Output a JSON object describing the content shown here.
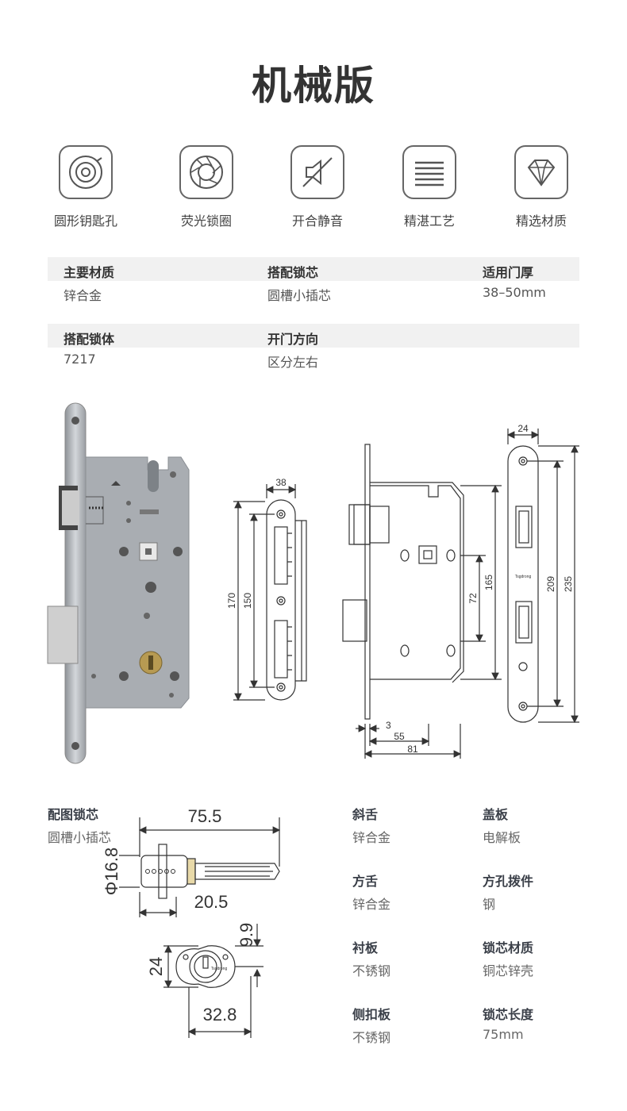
{
  "page": {
    "title": "机械版"
  },
  "features": [
    {
      "icon": "round-keyhole-icon",
      "label": "圆形钥匙孔"
    },
    {
      "icon": "luminous-lock-ring-icon",
      "label": "荧光锁圈"
    },
    {
      "icon": "mute-speaker-icon",
      "label": "开合静音"
    },
    {
      "icon": "fine-craft-lines-icon",
      "label": "精湛工艺"
    },
    {
      "icon": "diamond-icon",
      "label": "精选材质"
    }
  ],
  "specs": [
    {
      "key": "主要材质",
      "value": "锌合金"
    },
    {
      "key": "搭配锁芯",
      "value": "圆槽小插芯"
    },
    {
      "key": "适用门厚",
      "value": "38–50mm"
    },
    {
      "key": "搭配锁体",
      "value": "7217"
    },
    {
      "key": "开门方向",
      "value": "区分左右"
    }
  ],
  "lock_body_dims": {
    "faceplate_width": "38",
    "height_170": "170",
    "height_150": "150",
    "backset_3": "3",
    "backset_55": "55",
    "depth_81": "81",
    "center_72": "72",
    "height_165": "165",
    "strike_width": "24",
    "strike_209": "209",
    "strike_235": "235",
    "brand_mark": "Tsgdrong"
  },
  "cylinder": {
    "label_key": "配图锁芯",
    "label_value": "圆槽小插芯",
    "dims": {
      "length": "75.5",
      "diameter": "Φ16.8",
      "front": "20.5",
      "flange_h": "9.9",
      "height": "24",
      "width": "32.8"
    },
    "brand_mark": "Tsgdrong"
  },
  "parts": [
    {
      "key": "斜舌",
      "value": "锌合金"
    },
    {
      "key": "盖板",
      "value": "电解板"
    },
    {
      "key": "方舌",
      "value": "锌合金"
    },
    {
      "key": "方孔拨件",
      "value": "钢"
    },
    {
      "key": "衬板",
      "value": "不锈钢"
    },
    {
      "key": "锁芯材质",
      "value": "铜芯锌壳"
    },
    {
      "key": "侧扣板",
      "value": "不锈钢"
    },
    {
      "key": "锁芯长度",
      "value": "75mm"
    }
  ],
  "colors": {
    "title": "#333333",
    "band": "#f1f1f1",
    "steel": "#b9bec4",
    "metal_plate": "#a9adb2"
  }
}
